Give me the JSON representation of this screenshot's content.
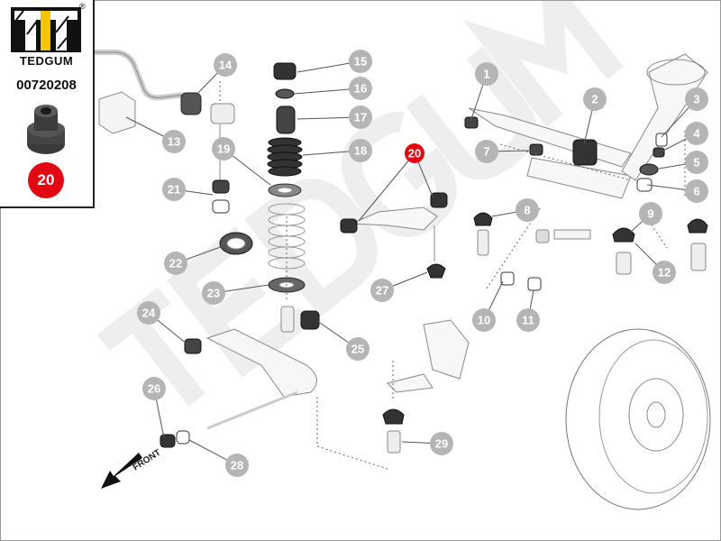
{
  "brand": {
    "name": "TEDGUM",
    "registered_mark": "®",
    "part_number": "00720208",
    "highlight_number": "20"
  },
  "colors": {
    "highlight": "#e30613",
    "callout": "#b5b5b5",
    "logo_yellow": "#f5c400"
  },
  "diagram": {
    "front_label": "FRONT",
    "watermark": "TEDGUM",
    "callouts": [
      "1",
      "2",
      "3",
      "4",
      "5",
      "6",
      "7",
      "8",
      "9",
      "10",
      "11",
      "12",
      "13",
      "14",
      "15",
      "16",
      "17",
      "18",
      "19",
      "20",
      "21",
      "22",
      "23",
      "24",
      "25",
      "26",
      "27",
      "28",
      "29"
    ]
  }
}
